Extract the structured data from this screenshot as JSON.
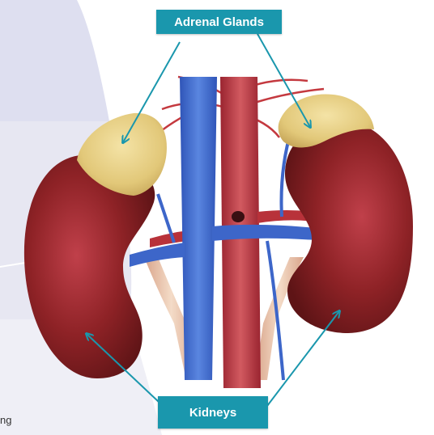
{
  "labels": {
    "adrenal": "Adrenal Glands",
    "kidneys": "Kidneys"
  },
  "fragment_text": "ng",
  "colors": {
    "label_bg": "#1a97ad",
    "label_text": "#ffffff",
    "arrow": "#1a97ad",
    "kidney": "#8a1f1f",
    "adrenal": "#e6cf86",
    "vein": "#3d66c9",
    "artery": "#b8323a"
  }
}
